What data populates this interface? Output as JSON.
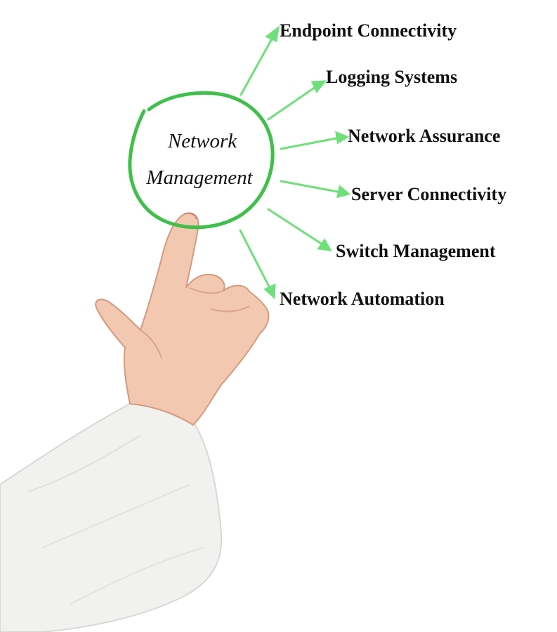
{
  "colors": {
    "circle": "#3fc04a",
    "arrow": "#6ee07a",
    "text": "#111111",
    "skin": "#f2c8b0",
    "sleeve": "#f1f1ef"
  },
  "center": {
    "line1": "Network",
    "line2": "Management"
  },
  "branches": [
    {
      "label": "Endpoint Connectivity"
    },
    {
      "label": "Logging Systems"
    },
    {
      "label": "Network Assurance"
    },
    {
      "label": "Server Connectivity"
    },
    {
      "label": "Switch Management"
    },
    {
      "label": "Network Automation"
    }
  ]
}
